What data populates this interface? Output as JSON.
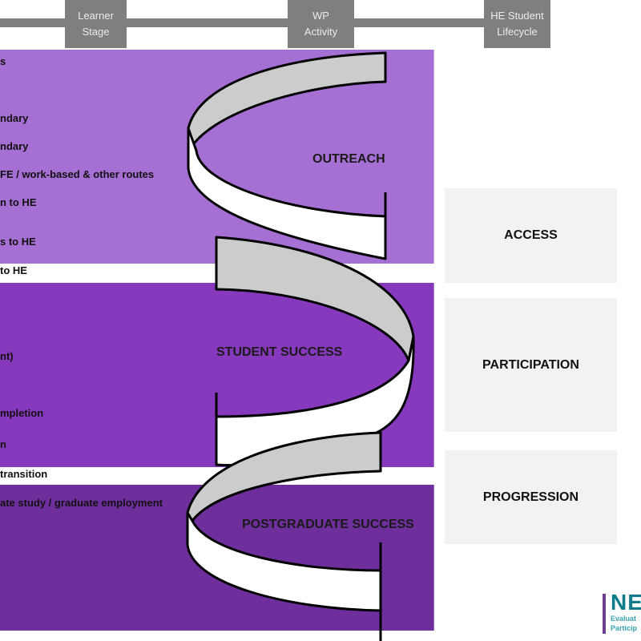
{
  "header": {
    "columns": [
      {
        "line1": "Learner",
        "line2": "Stage"
      },
      {
        "line1": "WP",
        "line2": "Activity"
      },
      {
        "line1": "HE Student",
        "line2": "Lifecycle"
      }
    ]
  },
  "learner_stages": {
    "outreach": [
      "s",
      "ndary",
      "ndary",
      "FE / work-based & other routes",
      "n to HE",
      "s to HE"
    ],
    "transition_1": "to HE",
    "student": [
      "nt)",
      "mpletion",
      "n"
    ],
    "transition_2": "transition",
    "postgrad": [
      "ate study / graduate employment"
    ]
  },
  "wp_activity": {
    "outreach": "OUTREACH",
    "student": "STUDENT SUCCESS",
    "postgrad": "POSTGRADUATE SUCCESS"
  },
  "lifecycle": {
    "access": "ACCESS",
    "participation": "PARTICIPATION",
    "progression": "PROGRESSION"
  },
  "colors": {
    "outreach_band": "#a66fd3",
    "student_band": "#8639bd",
    "postgrad_band": "#6e2f9c",
    "header_grey": "#7f7f7f",
    "lifecycle_box": "#f2f2f2",
    "ribbon_back": "#cccccc",
    "ribbon_front": "#ffffff"
  },
  "logo": {
    "title": "NE",
    "line1": "Evaluat",
    "line2": "Particip"
  }
}
